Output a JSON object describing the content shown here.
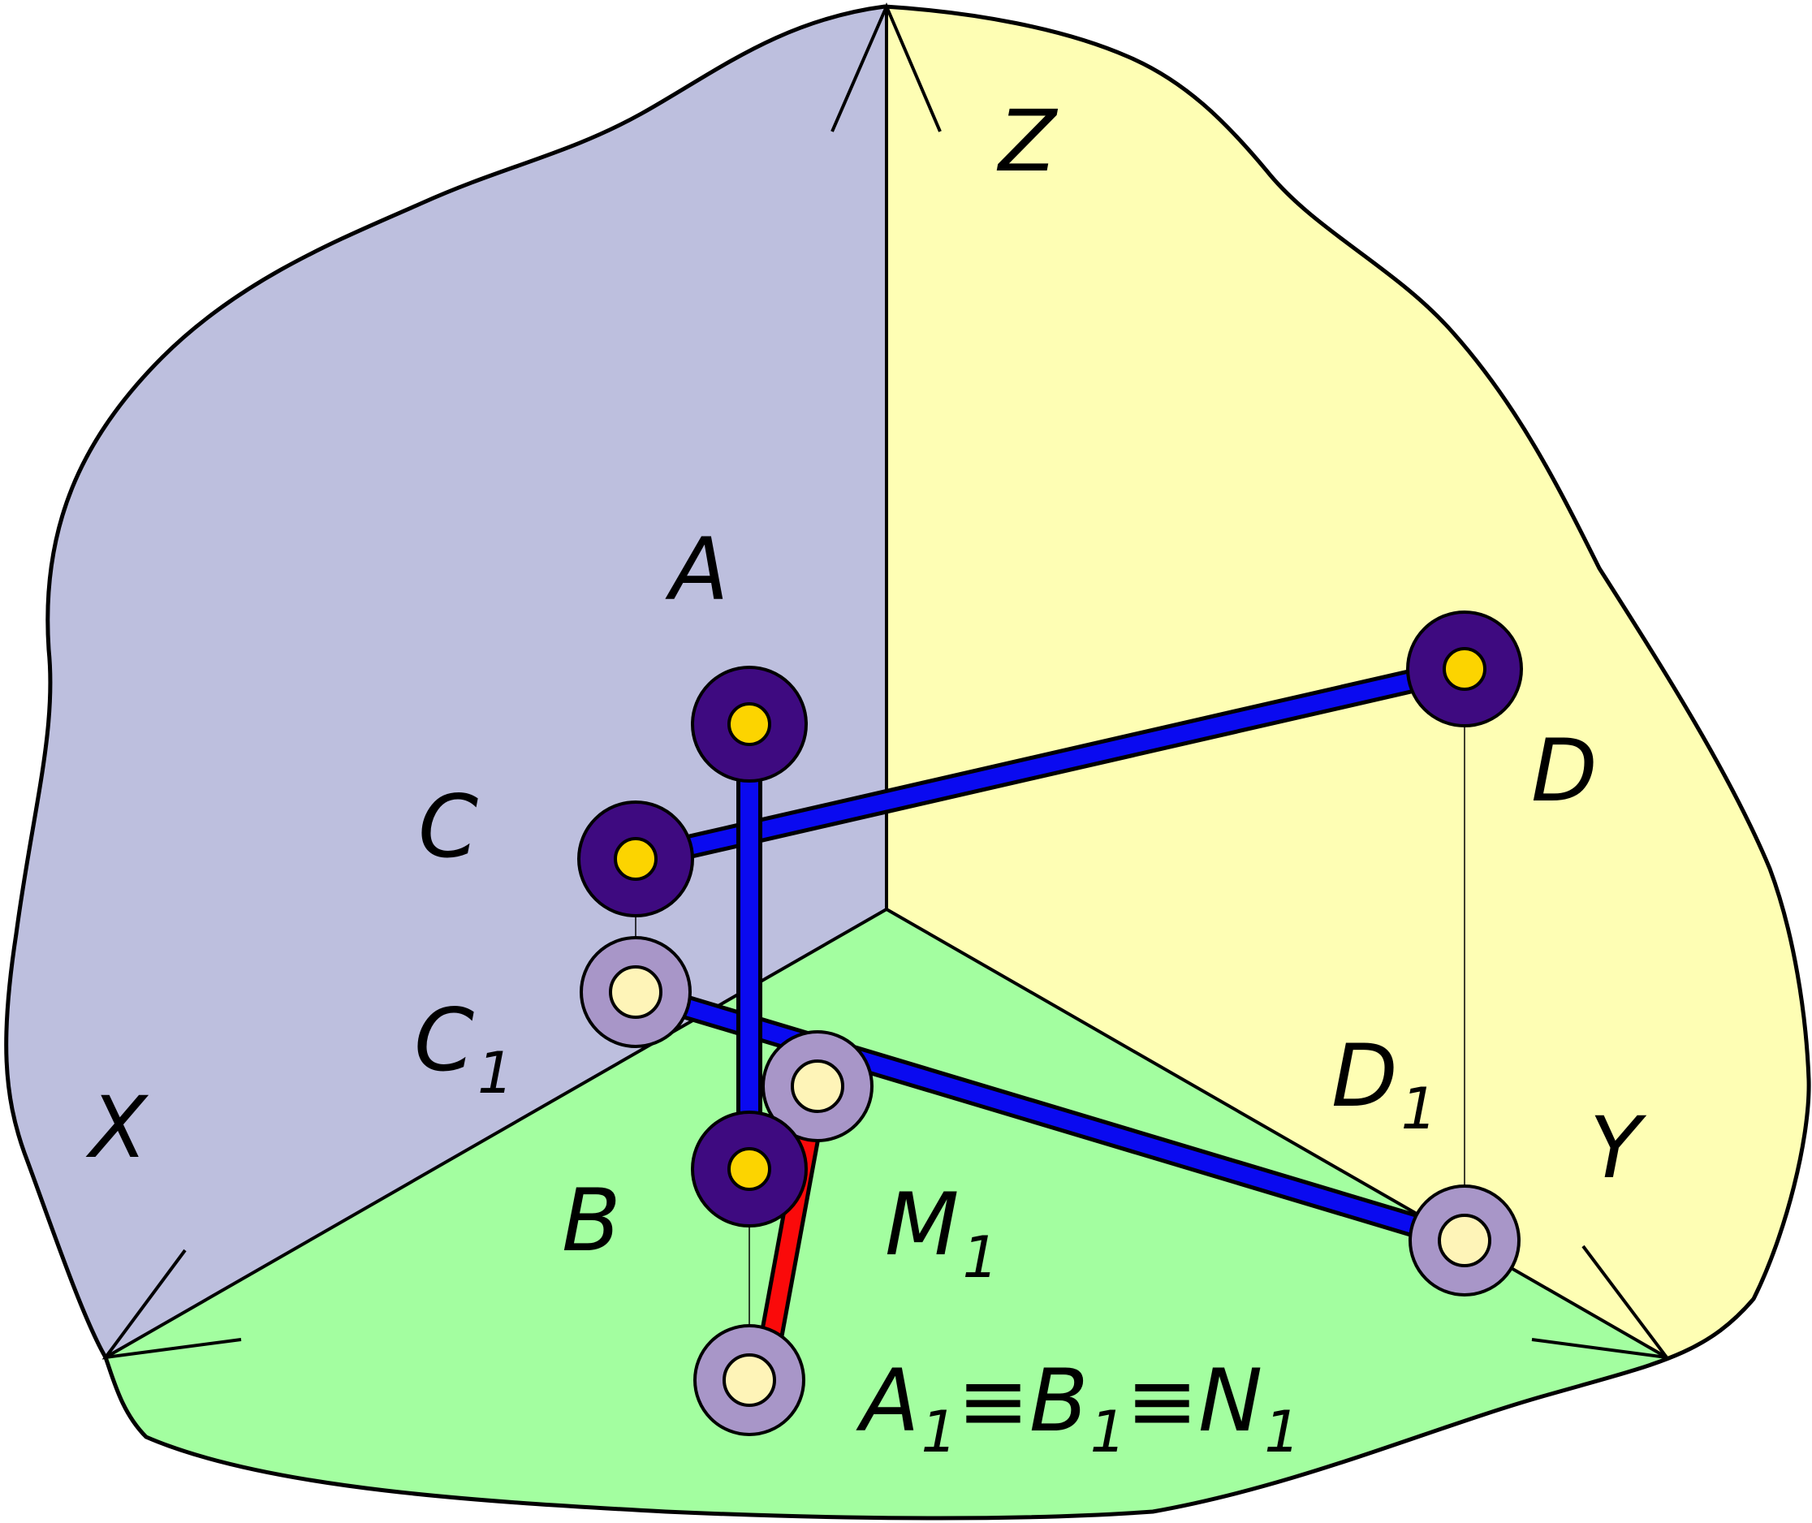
{
  "colors": {
    "frontal_plane": "#BDBFDE",
    "profile_plane": "#FEFEB4",
    "horizontal_plane": "#A3FEA0",
    "segment": "#0A0AF0",
    "projection_segment": "#FA0A0A",
    "point_ring": "#3E0A80",
    "point_center": "#FCD400",
    "projection_ring": "#A896C8",
    "projection_center": "#FEF4B8",
    "outline": "#000000"
  },
  "axes": {
    "x": "X",
    "y": "Y",
    "z": "Z"
  },
  "points": {
    "a": "A",
    "b": "B",
    "c": "C",
    "d": "D"
  },
  "projections": {
    "c1": {
      "letter": "C",
      "index": "1"
    },
    "d1": {
      "letter": "D",
      "index": "1"
    },
    "m1": {
      "letter": "M",
      "index": "1"
    },
    "coincident": {
      "a1": {
        "letter": "A",
        "index": "1"
      },
      "b1": {
        "letter": "B",
        "index": "1"
      },
      "n1": {
        "letter": "N",
        "index": "1"
      },
      "equiv": "≡"
    }
  }
}
